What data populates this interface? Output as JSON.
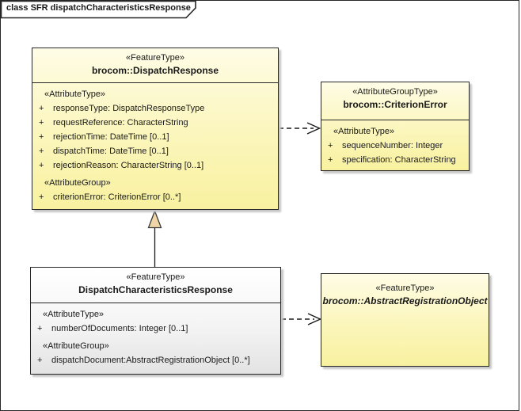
{
  "frame": {
    "title": "class SFR dispatchCharacteristicsResponse"
  },
  "colors": {
    "class_fill_top": "#fefce6",
    "class_fill_bottom": "#f8f1a0",
    "neutral_fill_top": "#ffffff",
    "neutral_fill_bottom": "#e3e3e3",
    "border": "#262626",
    "generalization_arrow_fill": "#f0d5a6",
    "shadow": "#c6c6c6"
  },
  "boxes": {
    "dispatch_response": {
      "stereotype": "«FeatureType»",
      "name": "brocom::DispatchResponse",
      "sections": [
        {
          "stereotype": "«AttributeType»",
          "attrs": [
            {
              "vis": "+",
              "text": "responseType: DispatchResponseType"
            },
            {
              "vis": "+",
              "text": "requestReference: CharacterString"
            },
            {
              "vis": "+",
              "text": "rejectionTime: DateTime [0..1]"
            },
            {
              "vis": "+",
              "text": "dispatchTime: DateTime [0..1]"
            },
            {
              "vis": "+",
              "text": "rejectionReason: CharacterString [0..1]"
            }
          ]
        },
        {
          "stereotype": "«AttributeGroup»",
          "attrs": [
            {
              "vis": "+",
              "text": "criterionError: CriterionError [0..*]"
            }
          ]
        }
      ]
    },
    "criterion_error": {
      "stereotype": "«AttributeGroupType»",
      "name": "brocom::CriterionError",
      "sections": [
        {
          "stereotype": "«AttributeType»",
          "attrs": [
            {
              "vis": "+",
              "text": "sequenceNumber: Integer"
            },
            {
              "vis": "+",
              "text": "specification: CharacterString"
            }
          ]
        }
      ]
    },
    "dispatch_characteristics_response": {
      "stereotype": "«FeatureType»",
      "name": "DispatchCharacteristicsResponse",
      "sections": [
        {
          "stereotype": "«AttributeType»",
          "attrs": [
            {
              "vis": "+",
              "text": "numberOfDocuments: Integer [0..1]"
            }
          ]
        },
        {
          "stereotype": "«AttributeGroup»",
          "attrs": [
            {
              "vis": "+",
              "text": "dispatchDocument:AbstractRegistrationObject [0..*]"
            }
          ]
        }
      ]
    },
    "abstract_registration_object": {
      "stereotype": "«FeatureType»",
      "name": "brocom::AbstractRegistrationObject"
    }
  },
  "connectors": [
    {
      "type": "dependency",
      "from": "brocom::DispatchResponse",
      "to": "brocom::CriterionError",
      "style": "dashed-open-arrow"
    },
    {
      "type": "generalization",
      "from": "DispatchCharacteristicsResponse",
      "to": "brocom::DispatchResponse",
      "style": "solid-hollow-triangle"
    },
    {
      "type": "dependency",
      "from": "DispatchCharacteristicsResponse",
      "to": "brocom::AbstractRegistrationObject",
      "style": "dashed-open-arrow"
    }
  ]
}
